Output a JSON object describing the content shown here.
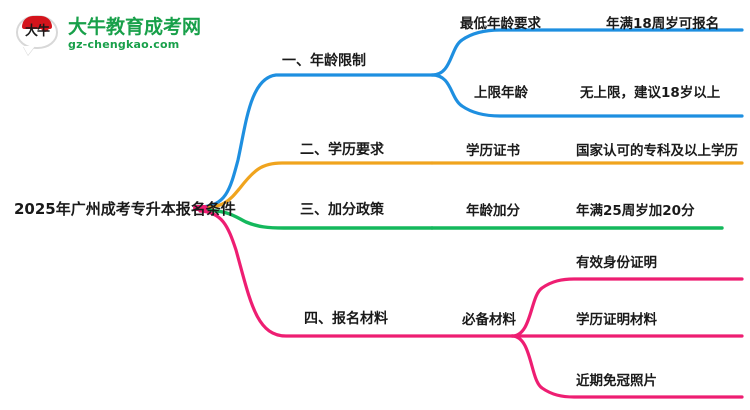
{
  "brand": {
    "logo_glyph": "大牛",
    "name": "大牛教育成考网",
    "domain": "gz-chengkao.com",
    "color": "#18a04a"
  },
  "mindmap": {
    "root": {
      "label": "2025年广州成考专升本报名条件"
    },
    "colors": {
      "branch1": "#1e8fe0",
      "branch2": "#f0a41e",
      "branch3": "#14b85c",
      "branch4": "#ee1e72"
    },
    "branches": [
      {
        "label": "一、年龄限制",
        "color": "#1e8fe0",
        "children": [
          {
            "label": "最低年龄要求",
            "value": "年满18周岁可报名"
          },
          {
            "label": "上限年龄",
            "value": "无上限，建议18岁以上"
          }
        ]
      },
      {
        "label": "二、学历要求",
        "color": "#f0a41e",
        "children": [
          {
            "label": "学历证书",
            "value": "国家认可的专科及以上学历"
          }
        ]
      },
      {
        "label": "三、加分政策",
        "color": "#14b85c",
        "children": [
          {
            "label": "年龄加分",
            "value": "年满25周岁加20分"
          }
        ]
      },
      {
        "label": "四、报名材料",
        "color": "#ee1e72",
        "children": [
          {
            "label": "必备材料",
            "items": [
              "有效身份证明",
              "学历证明材料",
              "近期免冠照片"
            ]
          }
        ]
      }
    ]
  }
}
